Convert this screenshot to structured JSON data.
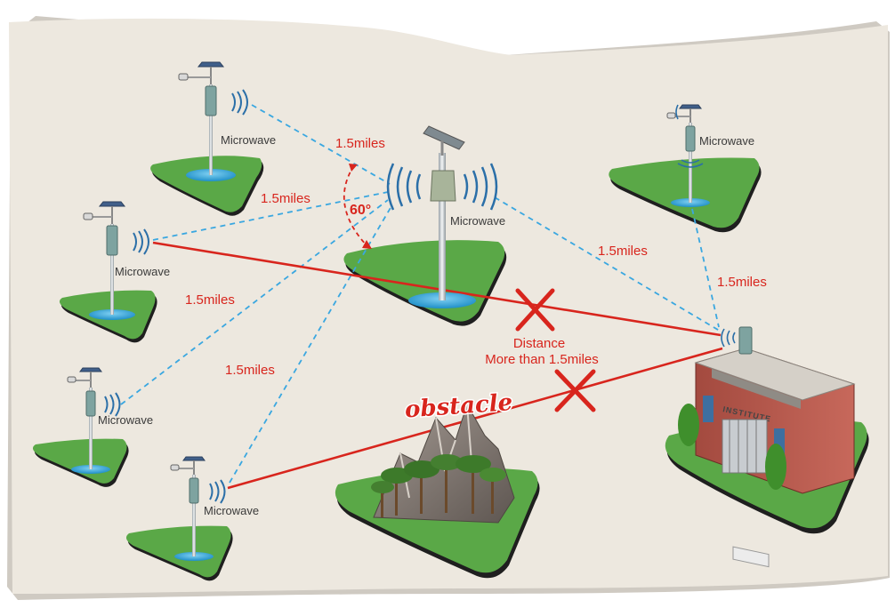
{
  "microwave_label": "Microwave",
  "distance_label": "1.5miles",
  "angle_label": "60°",
  "obstacle_label": "obstacle",
  "distance_warning": {
    "line1": "Distance",
    "line2": "More than 1.5miles"
  },
  "building_sign": "INSTITUTE",
  "colors": {
    "paper": "#ede8df",
    "grass": "#5aa847",
    "link_ok": "#3aa7e0",
    "link_fail": "#d8251d",
    "label_red": "#d8251d",
    "label_gray": "#3a3a3a"
  },
  "icons": [
    "solar-panel-icon",
    "camera-icon",
    "antenna-icon",
    "signal-waves-icon",
    "cross-mark-icon",
    "mountain-icon",
    "tree-icon",
    "building-icon"
  ]
}
